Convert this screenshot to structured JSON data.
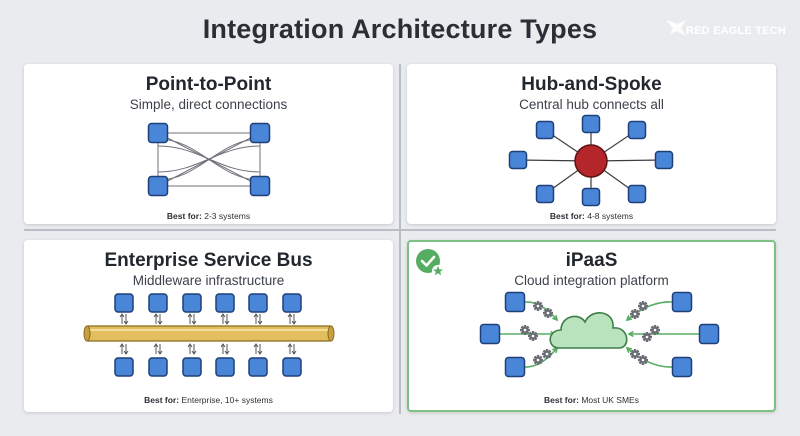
{
  "page": {
    "title": "Integration Architecture Types",
    "brand": "RED EAGLE TECH"
  },
  "colors": {
    "node_fill": "#4a86d8",
    "node_stroke": "#1f3f78",
    "hub_fill": "#b5262a",
    "bus_fill": "#e2be5e",
    "cloud_fill": "#b9e3bc",
    "accent_green": "#56ad62",
    "highlight_border": "#7cc286"
  },
  "cards": {
    "point_to_point": {
      "title": "Point-to-Point",
      "subtitle": "Simple, direct connections",
      "best_for_label": "Best for:",
      "best_for_value": "2-3 systems"
    },
    "hub_and_spoke": {
      "title": "Hub-and-Spoke",
      "subtitle": "Central hub connects all",
      "best_for_label": "Best for:",
      "best_for_value": "4-8 systems"
    },
    "esb": {
      "title": "Enterprise Service Bus",
      "subtitle": "Middleware infrastructure",
      "best_for_label": "Best for:",
      "best_for_value": "Enterprise, 10+ systems"
    },
    "ipaas": {
      "title": "iPaaS",
      "subtitle": "Cloud integration platform",
      "best_for_label": "Best for:",
      "best_for_value": "Most UK SMEs",
      "badge_icon": "check-star-badge-icon"
    }
  }
}
